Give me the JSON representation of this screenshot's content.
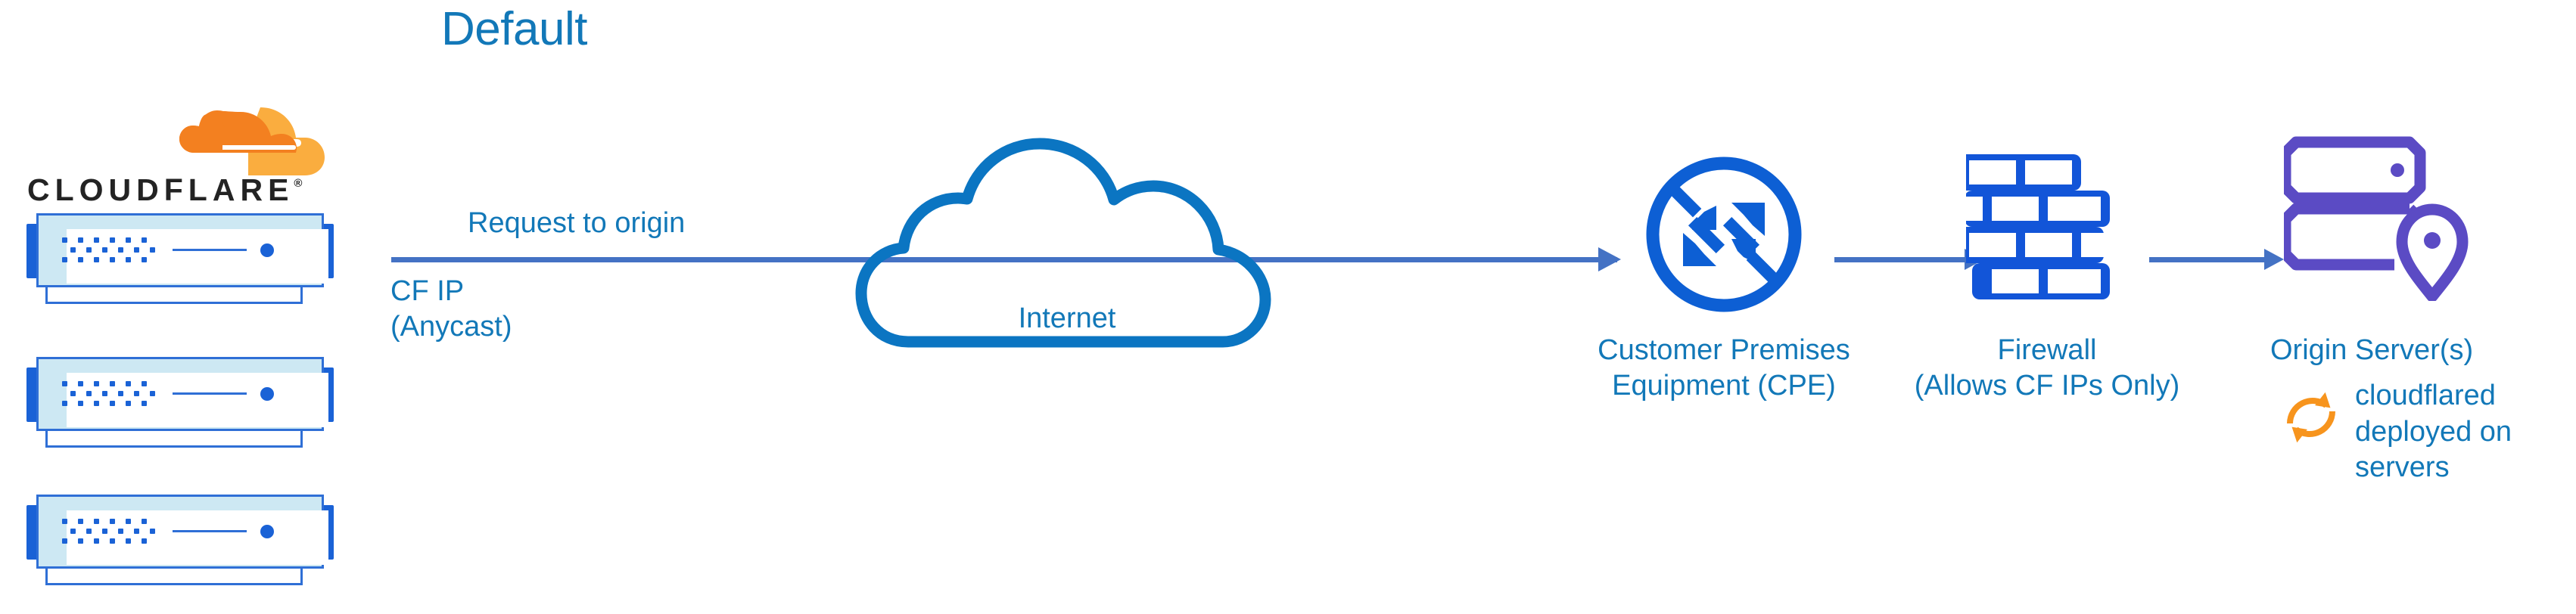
{
  "title": "Default",
  "colors": {
    "title_blue": "#1278b8",
    "label_blue": "#1278b8",
    "arrow_blue": "#4472c4",
    "cloud_blue": "#0b75c2",
    "node_blue": "#1255d8",
    "server_purple": "#5b4bc4",
    "cloudflare_orange": "#f38020",
    "cloudflare_orange_light": "#faad3f",
    "wordmark_black": "#232323",
    "server_frame_fill": "#cde8f3"
  },
  "brand": {
    "wordmark": "CLOUDFLARE",
    "registered_mark": "®",
    "logo_icon": "cloudflare-cloud-logo"
  },
  "edge_stack": {
    "unit_count": 3,
    "unit_label": "cloudflare-edge-server-unit"
  },
  "flow": {
    "request_label": "Request to origin",
    "ip_label_line1": "CF IP",
    "ip_label_line2": "(Anycast)"
  },
  "nodes": {
    "internet": {
      "label": "Internet",
      "icon": "cloud-icon"
    },
    "cpe": {
      "label_line1": "Customer Premises",
      "label_line2": "Equipment (CPE)",
      "icon": "router-four-arrows-icon"
    },
    "firewall": {
      "label_line1": "Firewall",
      "label_line2": "(Allows CF IPs Only)",
      "icon": "brick-wall-icon"
    },
    "origin": {
      "label": "Origin Server(s)",
      "icon": "server-rack-location-pin-icon"
    }
  },
  "cloudflared": {
    "icon": "sync-refresh-icon",
    "text_line1": "cloudflared",
    "text_line2": "deployed on",
    "text_line3": "servers"
  }
}
